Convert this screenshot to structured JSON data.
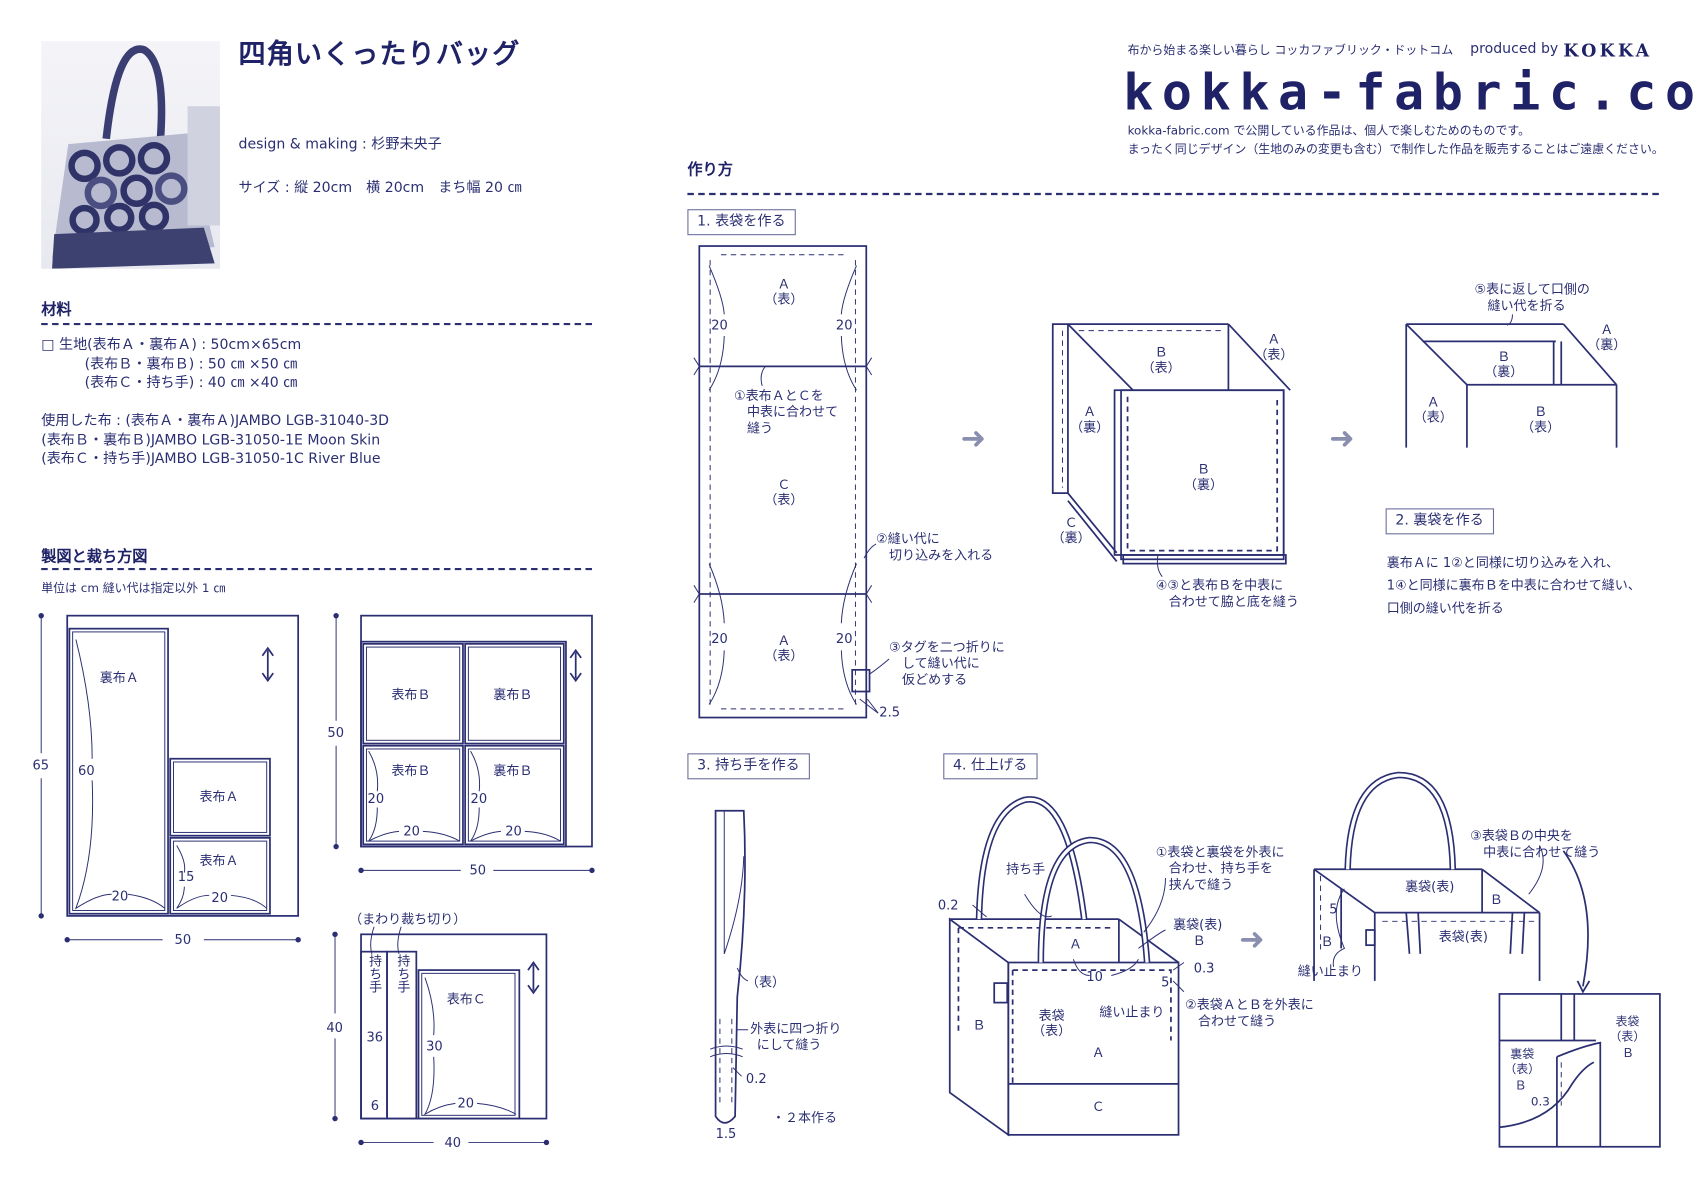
{
  "header": {
    "title": "四角いくったりバッグ",
    "designer": "design & making : 杉野未央子",
    "size": "サイズ : 縦 20cm　横 20cm　まち幅 20 ㎝"
  },
  "brand": {
    "tagline": "布から始まる楽しい暮らし コッカファブリック・ドットコム",
    "produced_by": "produced by",
    "kokka": "KOKKA",
    "logo": "kokka-fabric.com",
    "notice_1": "kokka-fabric.com で公開している作品は、個人で楽しむためのものです。",
    "notice_2": "まったく同じデザイン（生地のみの変更も含む）で制作した作品を販売することはご遠慮ください。"
  },
  "materials": {
    "heading": "材料",
    "lines": [
      "□ 生地(表布Ａ・裏布Ａ) : 50cm×65cm",
      "(表布Ｂ・裏布Ｂ) : 50 ㎝ ×50 ㎝",
      "(表布Ｃ・持ち手) : 40 ㎝ ×40 ㎝"
    ],
    "used": [
      "使用した布 : (表布Ａ・裏布Ａ)JAMBO LGB-31040-3D",
      "(表布Ｂ・裏布Ｂ)JAMBO LGB-31050-1E Moon Skin",
      "(表布Ｃ・持ち手)JAMBO LGB-31050-1C River Blue"
    ]
  },
  "pattern": {
    "heading": "製図と裁ち方図",
    "unit": "単位は cm 縫い代は指定以外 1 ㎝",
    "d1": {
      "lining_a": "裏布Ａ",
      "outer_a1": "表布Ａ",
      "outer_a2": "表布Ａ",
      "h60": "60",
      "w20a": "20",
      "h15": "15",
      "w20b": "20",
      "height": "65",
      "width": "50"
    },
    "d2": {
      "b1": "表布Ｂ",
      "b2": "裏布Ｂ",
      "b3": "表布Ｂ",
      "b4": "裏布Ｂ",
      "h20a": "20",
      "h20b": "20",
      "w20a": "20",
      "w20b": "20",
      "height": "50",
      "width": "50"
    },
    "d3": {
      "note": "（まわり裁ち切り）",
      "handle1": "持ち手",
      "handle2": "持ち手",
      "h36": "36",
      "w6": "6",
      "outer_c": "表布Ｃ",
      "h30": "30",
      "w20": "20",
      "height": "40",
      "width": "40"
    }
  },
  "howto": {
    "heading": "作り方",
    "step1": {
      "label": "1. 表袋を作る",
      "a_top": "Ａ",
      "omote": "（表）",
      "c": "Ｃ",
      "a_bottom": "Ａ",
      "n20": "20",
      "note1": [
        "①表布ＡとＣを",
        "中表に合わせて",
        "縫う"
      ],
      "note2": [
        "②縫い代に",
        "切り込みを入れる"
      ],
      "note3": [
        "③タグを二つ折りに",
        "して縫い代に",
        "仮どめする"
      ],
      "tag_width": "2.5",
      "note4": [
        "④③と表布Ｂを中表に",
        "合わせて脇と底を縫う"
      ],
      "note5": [
        "⑤表に返して口側の",
        "縫い代を折る"
      ],
      "cube1": {
        "b_top": "Ｂ",
        "omote": "（表）",
        "a_left": "Ａ",
        "ura": "（裏）",
        "a_right": "Ａ",
        "c": "Ｃ",
        "b_front": "Ｂ"
      },
      "cube2": {
        "b_back": "Ｂ",
        "ura": "（裏）",
        "a_right": "Ａ",
        "a_left": "Ａ",
        "omote": "（表）",
        "b_front": "Ｂ"
      }
    },
    "step2": {
      "label": "2. 裏袋を作る",
      "lines": [
        "裏布Ａに 1②と同様に切り込みを入れ、",
        "1④と同様に裏布Ｂを中表に合わせて縫い、",
        "口側の縫い代を折る"
      ]
    },
    "step3": {
      "label": "3. 持ち手を作る",
      "omote": "（表）",
      "note": [
        "外表に四つ折り",
        "にして縫う"
      ],
      "stitch": "0.2",
      "width": "1.5",
      "count": "・２本作る"
    },
    "step4": {
      "label": "4. 仕上げる",
      "handle": "持ち手",
      "note1": [
        "①表袋と裏袋を外表に",
        "合わせ、持ち手を",
        "挟んで縫う"
      ],
      "lining_omote": "裏袋(表)",
      "b": "Ｂ",
      "a": "Ａ",
      "c": "Ｃ",
      "outer_bag": [
        "表袋",
        "（表）"
      ],
      "d02": "0.2",
      "d03": "0.3",
      "d10": "10",
      "d5": "5",
      "stop": "縫い止まり",
      "note2": [
        "②表袋ＡとＢを外表に",
        "合わせて縫う"
      ],
      "note3": [
        "③表袋Ｂの中央を",
        "中表に合わせて縫う"
      ],
      "outer_omote": "表袋(表)",
      "detail": {
        "outer": [
          "表袋",
          "（表）"
        ],
        "lining": [
          "裏袋",
          "（表）"
        ],
        "b": "Ｂ",
        "d03": "0.3"
      }
    }
  },
  "colors": {
    "navy": "#1f2266",
    "text": "#2b2f72",
    "arrow": "#8a8fb0"
  }
}
